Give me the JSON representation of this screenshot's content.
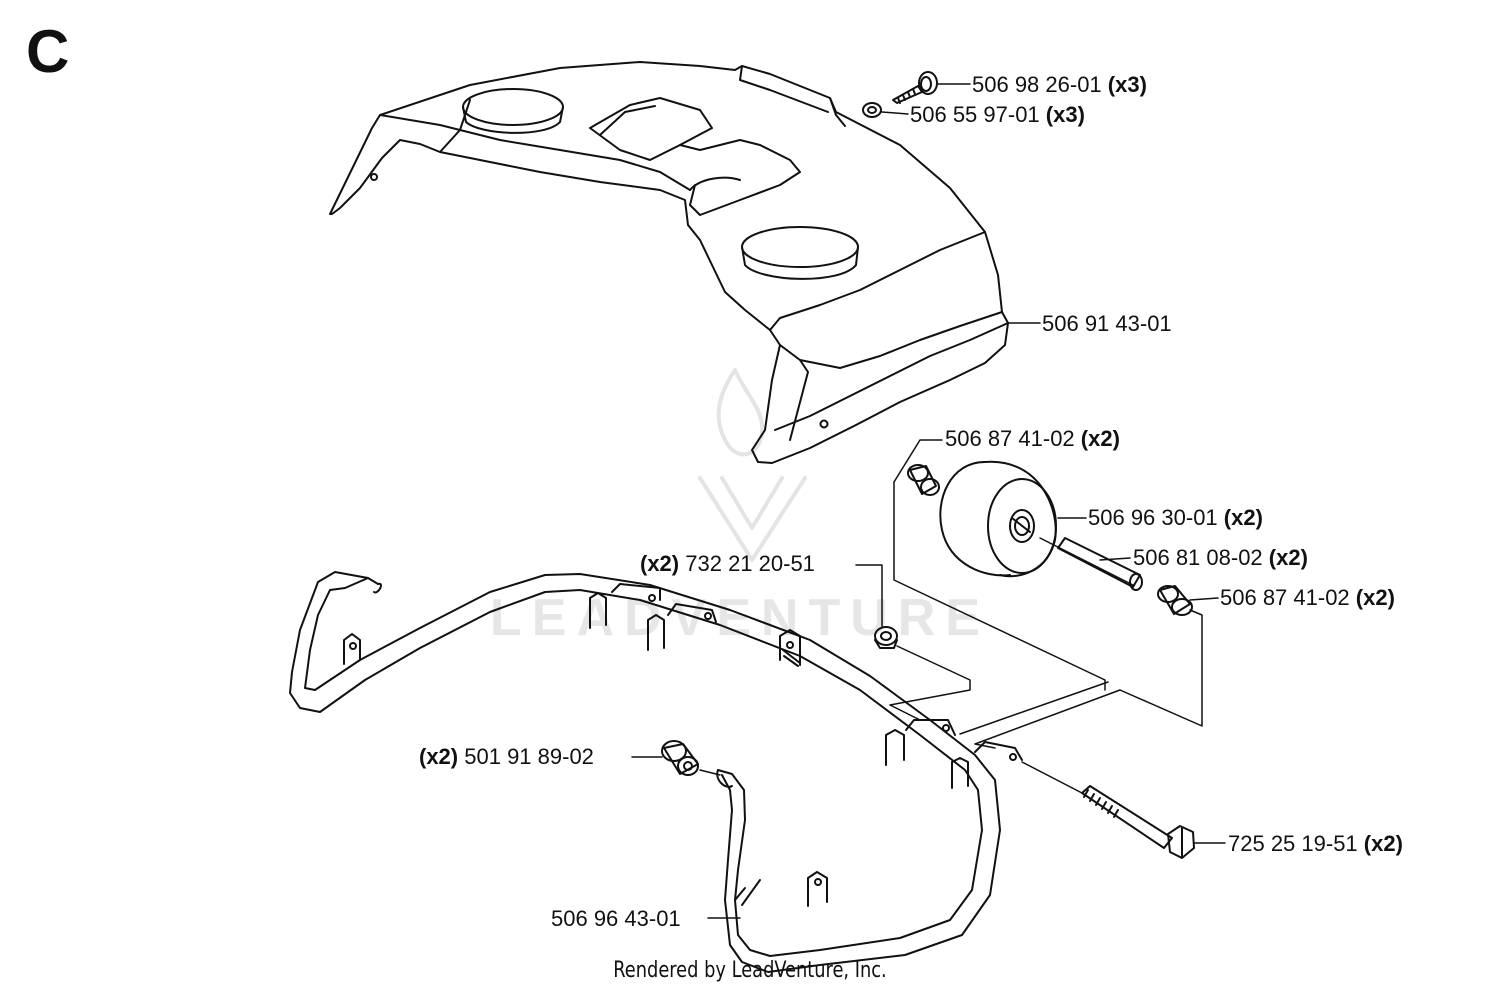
{
  "section": "C",
  "watermark": "LEADVENTURE",
  "footer": "Rendered by LeadVenture, Inc.",
  "callouts": [
    {
      "part": "506 98 26-01",
      "qty": "(x3)"
    },
    {
      "part": "506 55 97-01",
      "qty": "(x3)"
    },
    {
      "part": "506 91 43-01",
      "qty": ""
    },
    {
      "part": "506 87 41-02",
      "qty": "(x2)"
    },
    {
      "part": "506 96 30-01",
      "qty": "(x2)"
    },
    {
      "part": "506 81 08-02",
      "qty": "(x2)"
    },
    {
      "part": "506 87 41-02",
      "qty": "(x2)"
    },
    {
      "part": "732 21 20-51",
      "qty": "(x2)"
    },
    {
      "part": "501 91 89-02",
      "qty": "(x2)"
    },
    {
      "part": "725 25 19-51",
      "qty": "(x2)"
    },
    {
      "part": "506 96 43-01",
      "qty": ""
    }
  ]
}
